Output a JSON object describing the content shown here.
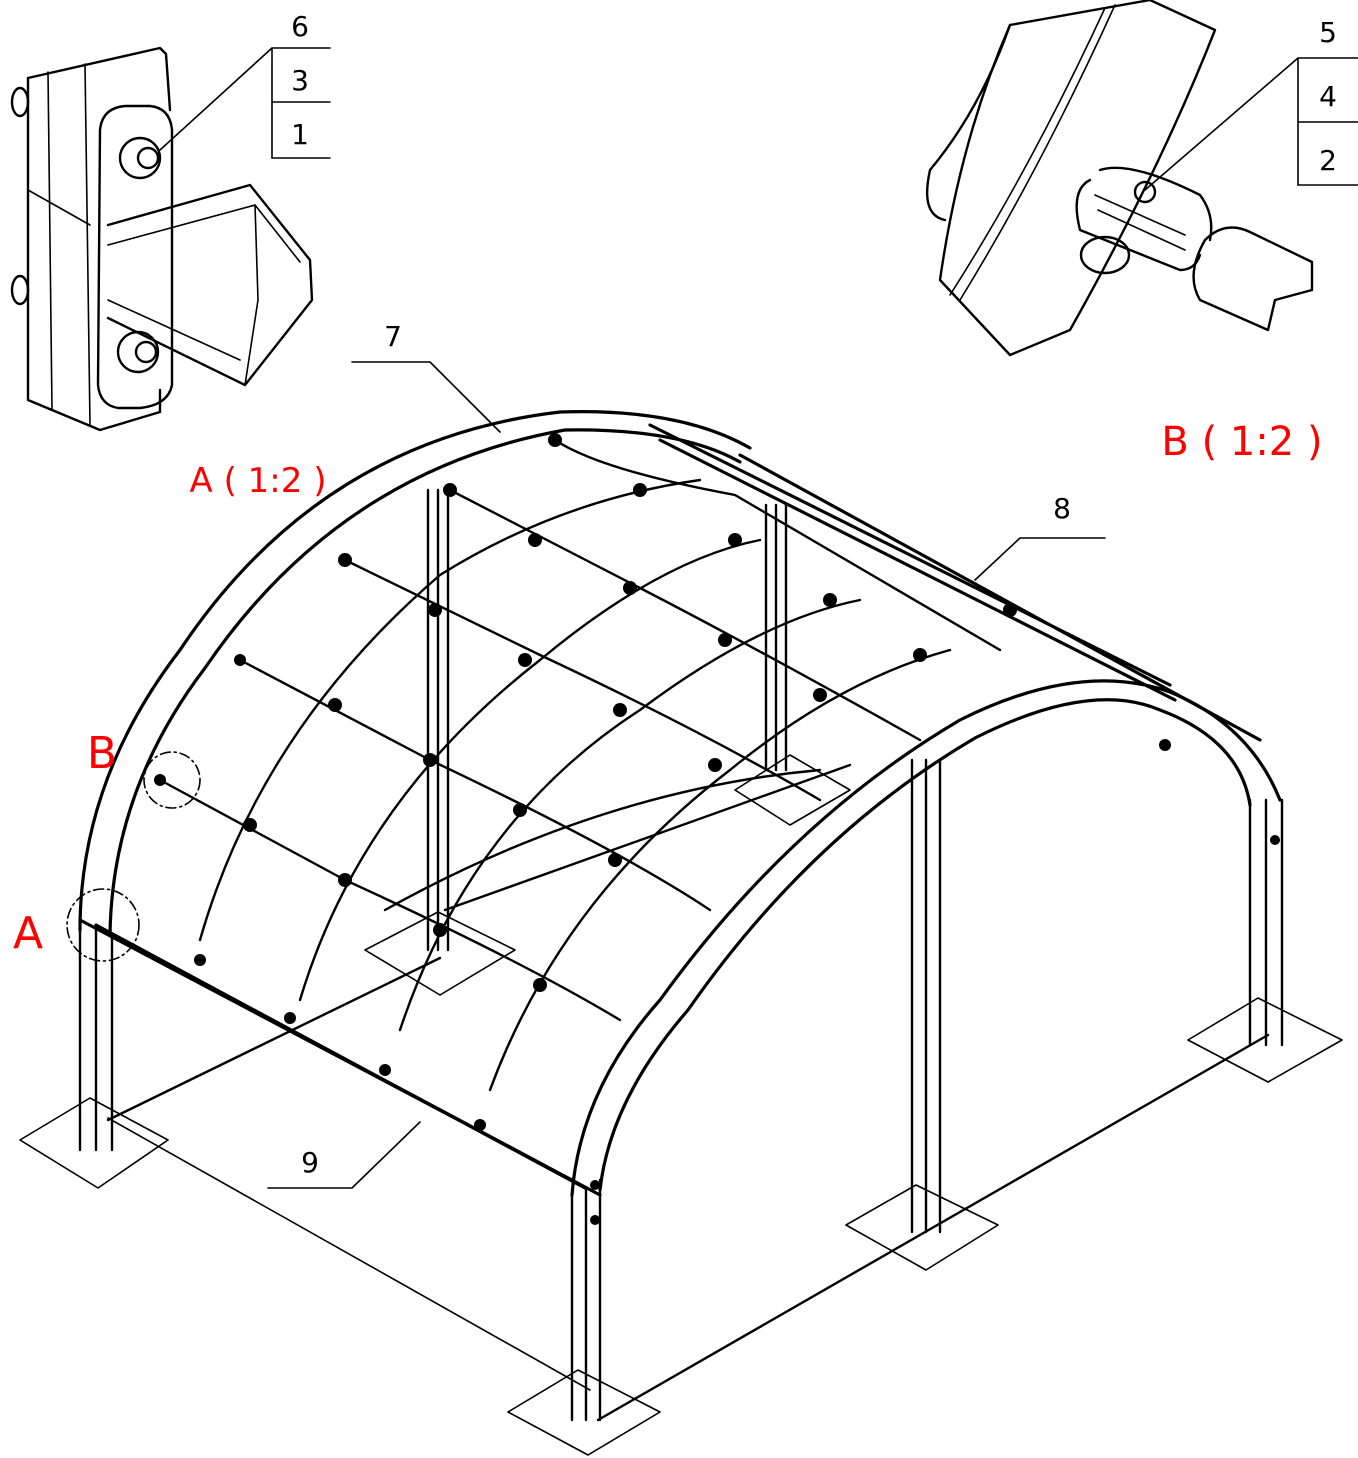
{
  "detail_a": {
    "title": "A ( 1:2 )",
    "items": [
      "6",
      "3",
      "1"
    ]
  },
  "detail_b": {
    "title": "B ( 1:2 )",
    "items": [
      "5",
      "4",
      "2"
    ]
  },
  "callouts": {
    "arch": "7",
    "top_rail": "8",
    "side_rail": "9",
    "marker_a": "A",
    "marker_b": "B"
  },
  "colors": {
    "annotation": "#ff0000",
    "line": "#000000"
  }
}
